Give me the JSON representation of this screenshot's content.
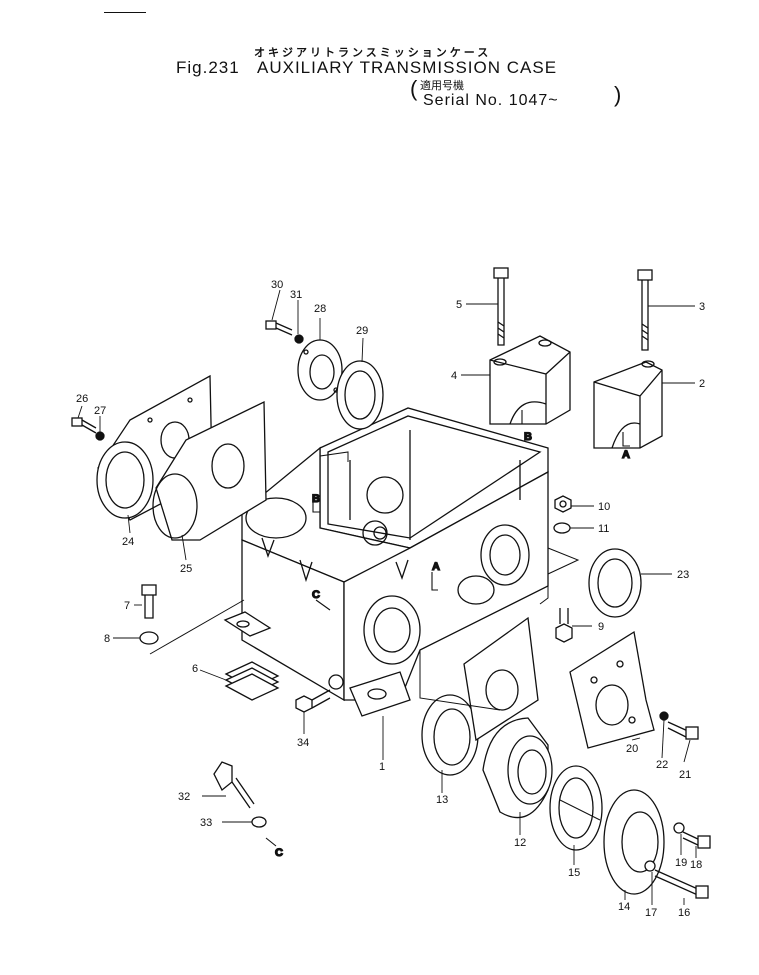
{
  "header": {
    "jp_title": "オキジアリトランスミッションケース",
    "fig_label": "Fig.231",
    "title": "AUXILIARY TRANSMISSION CASE",
    "applicable_label": "適用号機",
    "serial": "Serial No. 1047~",
    "open_paren": "(",
    "close_paren": ")"
  },
  "callouts": [
    {
      "id": "p1",
      "label": "1"
    },
    {
      "id": "p2",
      "label": "2"
    },
    {
      "id": "p3",
      "label": "3"
    },
    {
      "id": "p4",
      "label": "4"
    },
    {
      "id": "p5",
      "label": "5"
    },
    {
      "id": "p6",
      "label": "6"
    },
    {
      "id": "p7",
      "label": "7"
    },
    {
      "id": "p8",
      "label": "8"
    },
    {
      "id": "p9",
      "label": "9"
    },
    {
      "id": "p10",
      "label": "10"
    },
    {
      "id": "p11",
      "label": "11"
    },
    {
      "id": "p12",
      "label": "12"
    },
    {
      "id": "p13",
      "label": "13"
    },
    {
      "id": "p14",
      "label": "14"
    },
    {
      "id": "p15",
      "label": "15"
    },
    {
      "id": "p16",
      "label": "16"
    },
    {
      "id": "p17",
      "label": "17"
    },
    {
      "id": "p18",
      "label": "18"
    },
    {
      "id": "p19",
      "label": "19"
    },
    {
      "id": "p20",
      "label": "20"
    },
    {
      "id": "p21",
      "label": "21"
    },
    {
      "id": "p22",
      "label": "22"
    },
    {
      "id": "p23",
      "label": "23"
    },
    {
      "id": "p24",
      "label": "24"
    },
    {
      "id": "p25",
      "label": "25"
    },
    {
      "id": "p26",
      "label": "26"
    },
    {
      "id": "p27",
      "label": "27"
    },
    {
      "id": "p28",
      "label": "28"
    },
    {
      "id": "p29",
      "label": "29"
    },
    {
      "id": "p30",
      "label": "30"
    },
    {
      "id": "p31",
      "label": "31"
    },
    {
      "id": "p32",
      "label": "32"
    },
    {
      "id": "p33",
      "label": "33"
    },
    {
      "id": "p34",
      "label": "34"
    }
  ],
  "markers": {
    "a": "A",
    "b": "B",
    "c": "C"
  }
}
